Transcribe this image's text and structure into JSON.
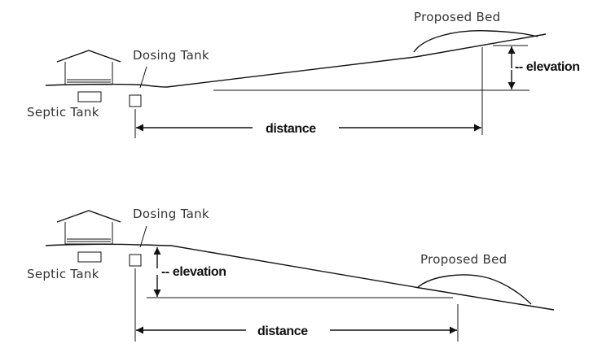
{
  "diagrams": [
    {
      "slope": "uphill",
      "dosing_tank_label": "Dosing Tank",
      "septic_tank_label": "Septic Tank",
      "bed_label": "Proposed Bed",
      "elevation_label": "-- elevation",
      "distance_label": "distance"
    },
    {
      "slope": "downhill",
      "dosing_tank_label": "Dosing Tank",
      "septic_tank_label": "Septic Tank",
      "bed_label": "Proposed Bed",
      "elevation_label": "-- elevation",
      "distance_label": "distance"
    }
  ]
}
